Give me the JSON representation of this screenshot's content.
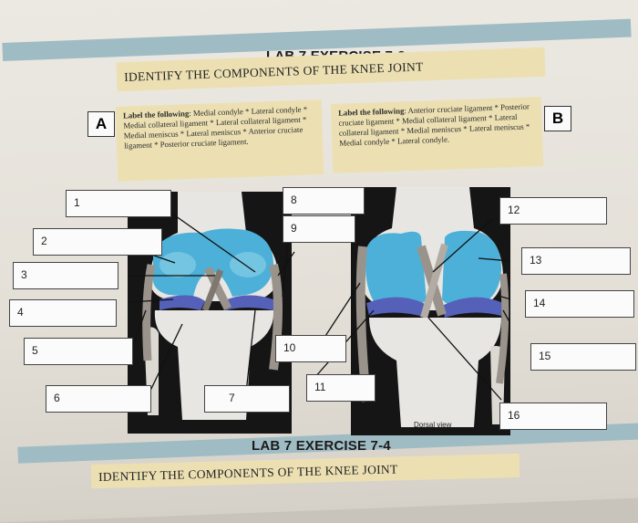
{
  "header": {
    "lab_title": "LAB 7 EXERCISE 7-3",
    "subtitle": "IDENTIFY THE COMPONENTS OF THE KNEE JOINT"
  },
  "panel_a": {
    "letter": "A",
    "instruction_label": "Label the following",
    "instruction_text": ": Medial condyle * Lateral condyle * Medial collateral ligament * Lateral collateral ligament * Medial meniscus * Lateral meniscus * Anterior cruciate ligament * Posterior cruciate ligament."
  },
  "panel_b": {
    "letter": "B",
    "instruction_label": "Label the following",
    "instruction_text": ": Anterior cruciate ligament * Posterior cruciate ligament * Medial collateral ligament * Lateral collateral ligament * Medial meniscus * Lateral meniscus * Medial condyle * Lateral condyle.",
    "caption": "Dorsal view"
  },
  "label_boxes": [
    "1",
    "2",
    "3",
    "4",
    "5",
    "6",
    "7",
    "8",
    "9",
    "10",
    "11",
    "12",
    "13",
    "14",
    "15",
    "16"
  ],
  "footer": {
    "lab_title": "LAB 7 EXERCISE 7-4",
    "subtitle": "IDENTIFY THE COMPONENTS OF THE KNEE JOINT"
  },
  "colors": {
    "cartilage": "#4db0d8",
    "meniscus": "#5560b8",
    "bone": "#e8e6e2",
    "ligament": "#9a938b",
    "band": "#9fbcc4",
    "highlight": "#ece0b3"
  }
}
